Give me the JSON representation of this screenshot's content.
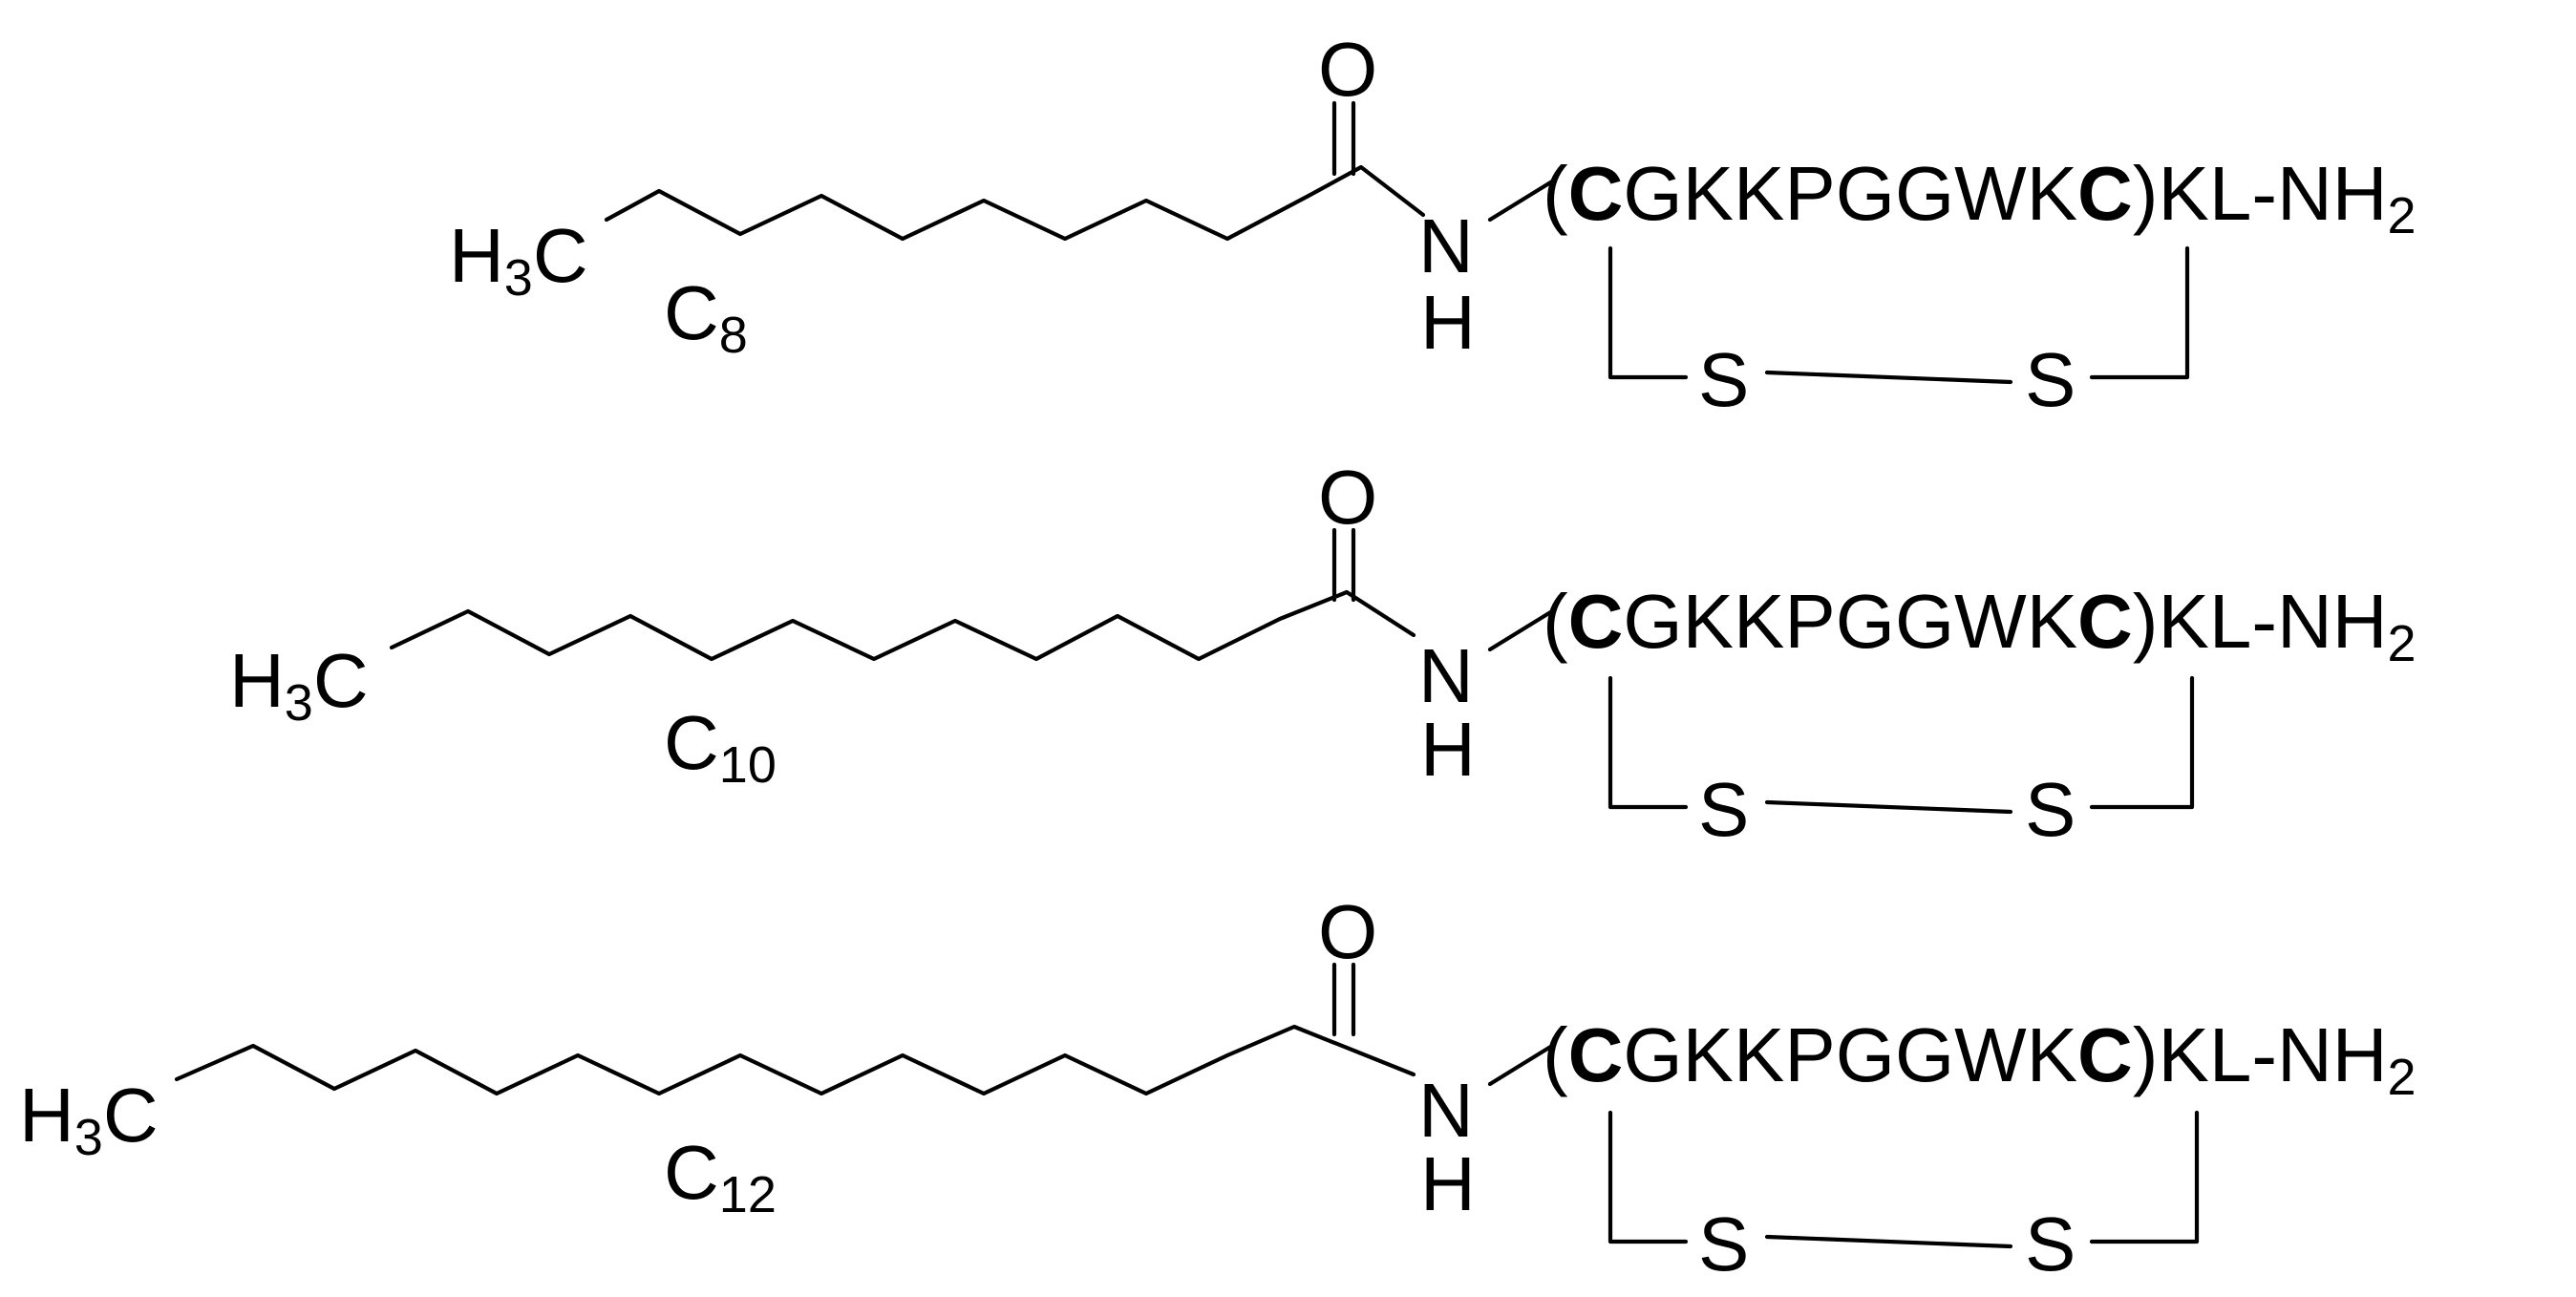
{
  "rows": [
    {
      "terminal": {
        "main": "H",
        "sub": "3",
        "tail": "C"
      },
      "chain": {
        "main": "C",
        "sub": "8"
      },
      "carbonyl_o": "O",
      "amine": {
        "n": "N",
        "h": "H"
      },
      "peptide": {
        "open": "(",
        "cys1": "C",
        "mid": "GKKPGGWK",
        "cys2": "C",
        "close": ")KL-NH",
        "sub": "2"
      },
      "sulfur1": "S",
      "sulfur2": "S"
    },
    {
      "terminal": {
        "main": "H",
        "sub": "3",
        "tail": "C"
      },
      "chain": {
        "main": "C",
        "sub": "10"
      },
      "carbonyl_o": "O",
      "amine": {
        "n": "N",
        "h": "H"
      },
      "peptide": {
        "open": "(",
        "cys1": "C",
        "mid": "GKKPGGWK",
        "cys2": "C",
        "close": ")KL-NH",
        "sub": "2"
      },
      "sulfur1": "S",
      "sulfur2": "S"
    },
    {
      "terminal": {
        "main": "H",
        "sub": "3",
        "tail": "C"
      },
      "chain": {
        "main": "C",
        "sub": "12"
      },
      "carbonyl_o": "O",
      "amine": {
        "n": "N",
        "h": "H"
      },
      "peptide": {
        "open": "(",
        "cys1": "C",
        "mid": "GKKPGGWK",
        "cys2": "C",
        "close": ")KL-NH",
        "sub": "2"
      },
      "sulfur1": "S",
      "sulfur2": "S"
    }
  ]
}
